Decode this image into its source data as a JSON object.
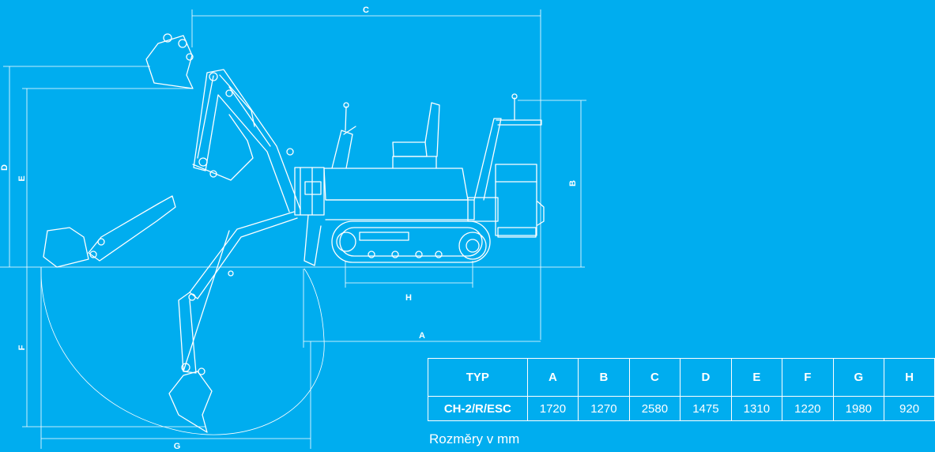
{
  "labels": {
    "A": "A",
    "B": "B",
    "C": "C",
    "D": "D",
    "E": "E",
    "F": "F",
    "G": "G",
    "H": "H"
  },
  "table": {
    "headers": [
      "TYP",
      "A",
      "B",
      "C",
      "D",
      "E",
      "F",
      "G",
      "H"
    ],
    "row": [
      "CH-2/R/ESC",
      "1720",
      "1270",
      "2580",
      "1475",
      "1310",
      "1220",
      "1980",
      "920"
    ]
  },
  "note": "Rozměry v mm",
  "colors": {
    "background": "#00adef",
    "lines": "#ffffff"
  }
}
